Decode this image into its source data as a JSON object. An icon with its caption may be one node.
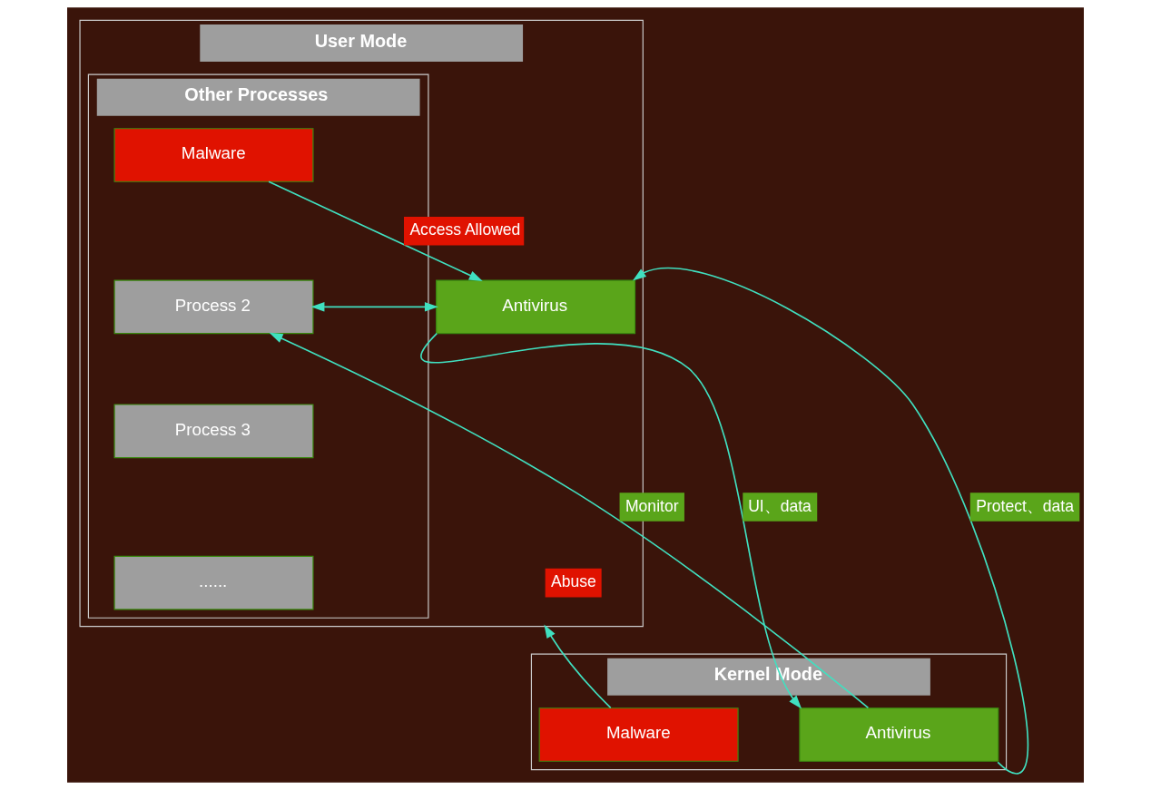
{
  "diagram": {
    "nodes": [
      {
        "text": [
          "User Mode"
        ]
      },
      {
        "text": [
          "Antivirus"
        ],
        "in": 0
      },
      {
        "text": [
          "Other Processes"
        ],
        "in": 0
      },
      {
        "text": [
          "Malware"
        ],
        "in": 2
      },
      {
        "text": [
          "Process 2"
        ],
        "in": 2
      },
      {
        "text": [
          "Process 3"
        ],
        "in": 2
      },
      {
        "text": [
          "......"
        ],
        "in": 2
      },
      {
        "text": [
          "Kernel Mode"
        ]
      },
      {
        "text": [
          "Antivirus"
        ],
        "in": 7
      },
      {
        "text": [
          "Malware"
        ],
        "in": 7
      }
    ],
    "edges": [
      {
        "from": 3,
        "to": 1,
        "arrow": "to",
        "label": "Access Allowed"
      },
      {
        "from": 1,
        "to": 4,
        "arrow": "both"
      },
      {
        "from": 1,
        "to": 8,
        "arrow": "to",
        "label": "UI、data"
      },
      {
        "from": 8,
        "to": 1,
        "arrow": "to",
        "label": "Protect、data"
      },
      {
        "from": 8,
        "to": 4,
        "arrow": "to",
        "label": "Monitor"
      },
      {
        "from": 9,
        "to": 0,
        "arrow": "to",
        "label": "Abuse"
      }
    ]
  }
}
